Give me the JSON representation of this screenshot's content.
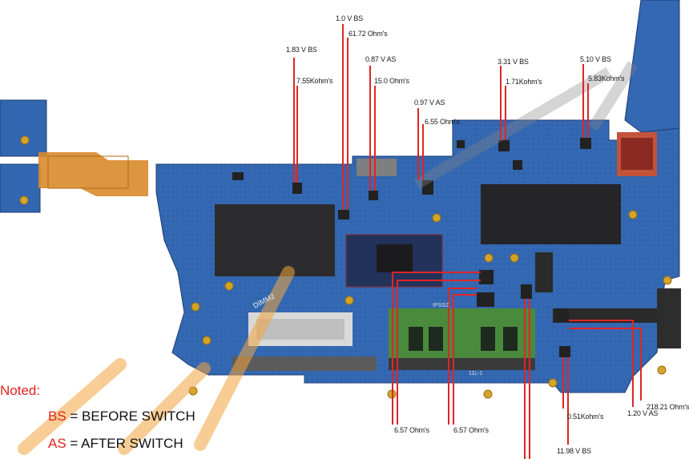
{
  "labels": {
    "v1_0bs": "1.0 V BS",
    "r61_72": "61.72 Ohm's",
    "v1_83bs": "1.83 V BS",
    "r7_55k": "7.55Kohm's",
    "v0_87as": "0.87 V AS",
    "r15_0": "15.0 Ohm's",
    "v0_97as": "0.97 V AS",
    "r6_55": "6.55 Ohm's",
    "v3_31bs": "3.31 V BS",
    "r1_71k": "1.71Kohm's",
    "v5_10bs": "5.10 V BS",
    "r5_83k": "5.83Kohm's",
    "r6_57a": "6.57 Ohm's",
    "r6_57b": "6.57 Ohm's",
    "r0_51k": "0.51Kohm's",
    "v11_98bs": "11.98 V BS",
    "v1_20as": "1.20 V AS",
    "r218_21": "218.21 Ohm's"
  },
  "legend": {
    "noted": "Noted:",
    "bs_key": "BS",
    "bs_text": " = BEFORE SWITCH",
    "as_key": "AS",
    "as_text": " = AFTER SWITCH"
  },
  "board_text": {
    "dimm": "DIMM2",
    "ram_label": "IPSSZ",
    "ram_code": "11L-1"
  },
  "colors": {
    "pcb": "#2f5fa8",
    "pcb_dark": "#1d3f78",
    "probe_line": "#e02525",
    "ram": "#4a8a3c",
    "flex": "#d98a2b",
    "watermark": "#f2a640"
  }
}
